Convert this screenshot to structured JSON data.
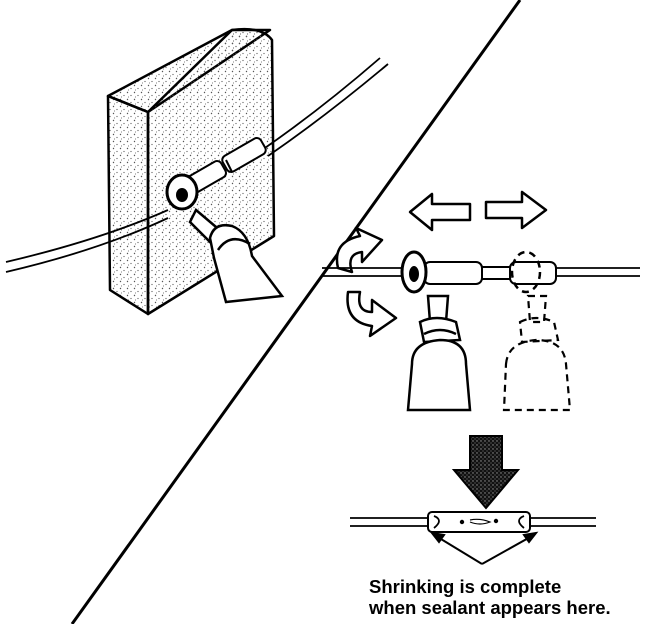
{
  "caption": {
    "line1": "Shrinking is complete",
    "line2": "when sealant appears here."
  },
  "colors": {
    "ink": "#000000",
    "paper": "#ffffff",
    "block_stipple": "#555555",
    "heat_arrow_fill": "#6a6a6a"
  },
  "icons": {
    "heat-arrow": "down-arrow-dark",
    "move-left": "hollow-left-arrow",
    "move-right": "hollow-right-arrow",
    "rotate": "curved-rotation-arrows"
  }
}
